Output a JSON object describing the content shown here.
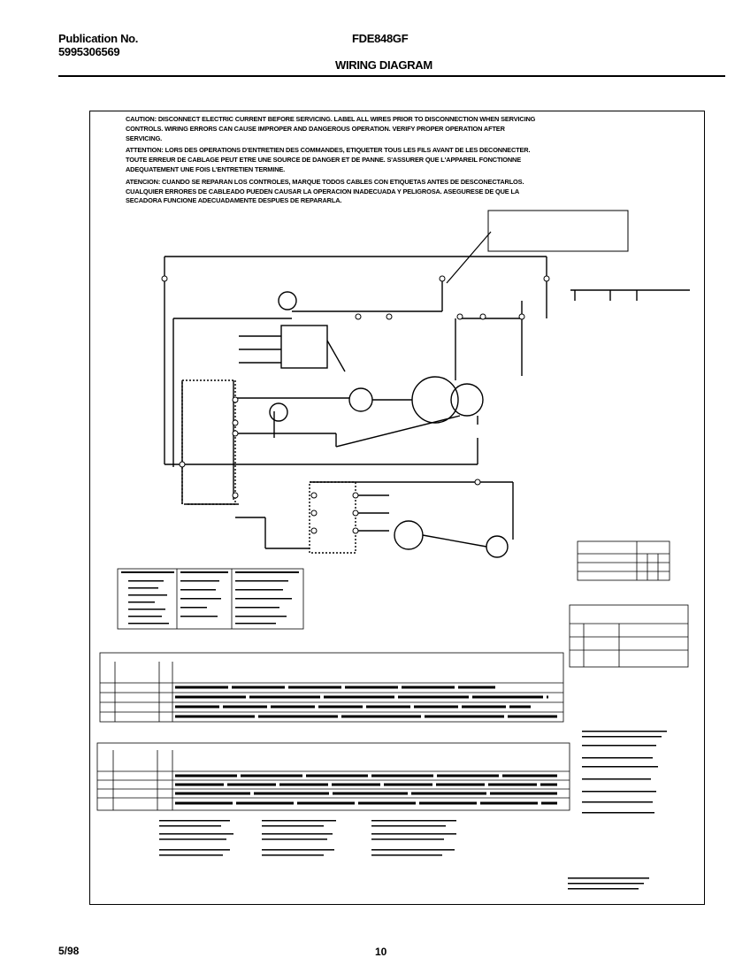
{
  "header": {
    "publication_label": "Publication No.",
    "publication_number": "5995306569",
    "model": "FDE848GF",
    "title": "WIRING DIAGRAM"
  },
  "caution": {
    "english": "CAUTION: DISCONNECT ELECTRIC CURRENT BEFORE SERVICING. LABEL ALL WIRES PRIOR TO DISCONNECTION WHEN SERVICING CONTROLS. WIRING ERRORS CAN CAUSE IMPROPER AND DANGEROUS OPERATION. VERIFY PROPER OPERATION AFTER SERVICING.",
    "french": "ATTENTION: LORS DES OPERATIONS D'ENTRETIEN DES COMMANDES, ETIQUETER TOUS LES FILS AVANT DE LES DECONNECTER. TOUTE ERREUR DE CABLAGE PEUT ETRE UNE SOURCE DE DANGER ET DE PANNE. S'ASSURER QUE L'APPAREIL FONCTIONNE ADEQUATEMENT UNE FOIS L'ENTRETIEN TERMINE.",
    "spanish": "ATENCION: CUANDO SE REPARAN LOS CONTROLES, MARQUE TODOS CABLES CON ETIQUETAS ANTES DE DESCONECTARLOS. CUALQUIER ERRORES DE CABLEADO PUEDEN CAUSAR LA OPERACION INADECUADA Y PELIGROSA. ASEGURESE DE QUE LA SECADORA FUNCIONE ADECUADAMENTE DESPUES DE REPARARLA."
  },
  "footer": {
    "date": "5/98",
    "page": "10"
  },
  "colors": {
    "ink": "#000000",
    "paper": "#ffffff"
  }
}
